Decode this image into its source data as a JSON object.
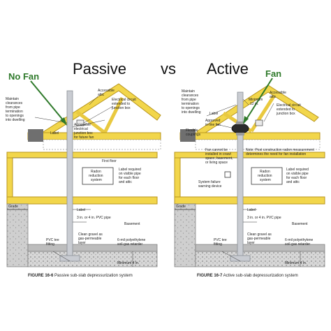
{
  "header": {
    "passive": "Passive",
    "vs": "vs",
    "active": "Active"
  },
  "callouts": {
    "no_fan": "No Fan",
    "fan": "Fan"
  },
  "left": {
    "labels": {
      "maintain_clearances": [
        "Maintain",
        "clearances",
        "from pipe",
        "termination",
        "to openings",
        "into dwelling"
      ],
      "accessible_attic": [
        "Accessible",
        "attic"
      ],
      "electrical_circuit": [
        "Electrical circuit",
        "extended to",
        "junction box"
      ],
      "label": "Label",
      "accessible_junction": [
        "Accessible",
        "electrical",
        "junction box",
        "for future fan"
      ],
      "first_floor": "First floor",
      "radon_system": [
        "Radon",
        "reduction",
        "system"
      ],
      "label_required": [
        "Label required",
        "on visible pipe",
        "for each floor",
        "and attic"
      ],
      "grade": "Grade",
      "label2": "Label",
      "pvc_pipe": "3 in. or 4 in. PVC pipe",
      "basement": "Basement",
      "pvc_tee": [
        "PVC tee",
        "fitting"
      ],
      "clean_gravel": [
        "Clean gravel as",
        "gas-permeable",
        "layer"
      ],
      "polyethylene": [
        "6-mil polyethylene",
        "soil-gas retarder"
      ],
      "minimum": "Minimum 4 in."
    },
    "caption_bold": "FIGURE 16-6",
    "caption_text": " Passive sub-slab depressurization system"
  },
  "right": {
    "labels": {
      "maintain_clearances": [
        "Maintain",
        "clearances",
        "from pipe",
        "termination",
        "to openings",
        "into dwelling"
      ],
      "minimum12": [
        "Minimum",
        "12 in."
      ],
      "accessible_attic": [
        "Accessible",
        "attic"
      ],
      "electrical_circuit": [
        "Electrical circuit",
        "extended to",
        "junction box"
      ],
      "label": "Label",
      "approved_fan": [
        "Approved",
        "in-line fan"
      ],
      "flexible": [
        "Flexible",
        "couplings"
      ],
      "fan_cannot": [
        "Fan cannot be",
        "installed in crawl",
        "space, basement,",
        "or living space"
      ],
      "note": [
        "Note: Post construction radon measurement",
        "determines the need for fan installation"
      ],
      "radon_system": [
        "Radon",
        "reduction",
        "system"
      ],
      "label_required": [
        "Label required",
        "on visible pipe",
        "for each floor",
        "and attic"
      ],
      "system_failure": [
        "System failure",
        "warning device"
      ],
      "grade": "Grade",
      "label2": "Label",
      "pvc_pipe": "3 in. or 4 in. PVC pipe",
      "basement": "Basement",
      "pvc_tee": [
        "PVC tee",
        "fitting"
      ],
      "clean_gravel": [
        "Clean gravel as",
        "gas-permeable",
        "layer"
      ],
      "polyethylene": [
        "6-mil polyethylene",
        "soil-gas retarder"
      ],
      "minimum": "Minimum 4 in."
    },
    "caption_bold": "FIGURE 16-7",
    "caption_text": " Active sub-slab depressurization system"
  },
  "colors": {
    "wood": "#f2d64b",
    "wood_outline": "#b8961e",
    "pipe": "#c9ccd2",
    "callout_green": "#2f7a2b"
  }
}
